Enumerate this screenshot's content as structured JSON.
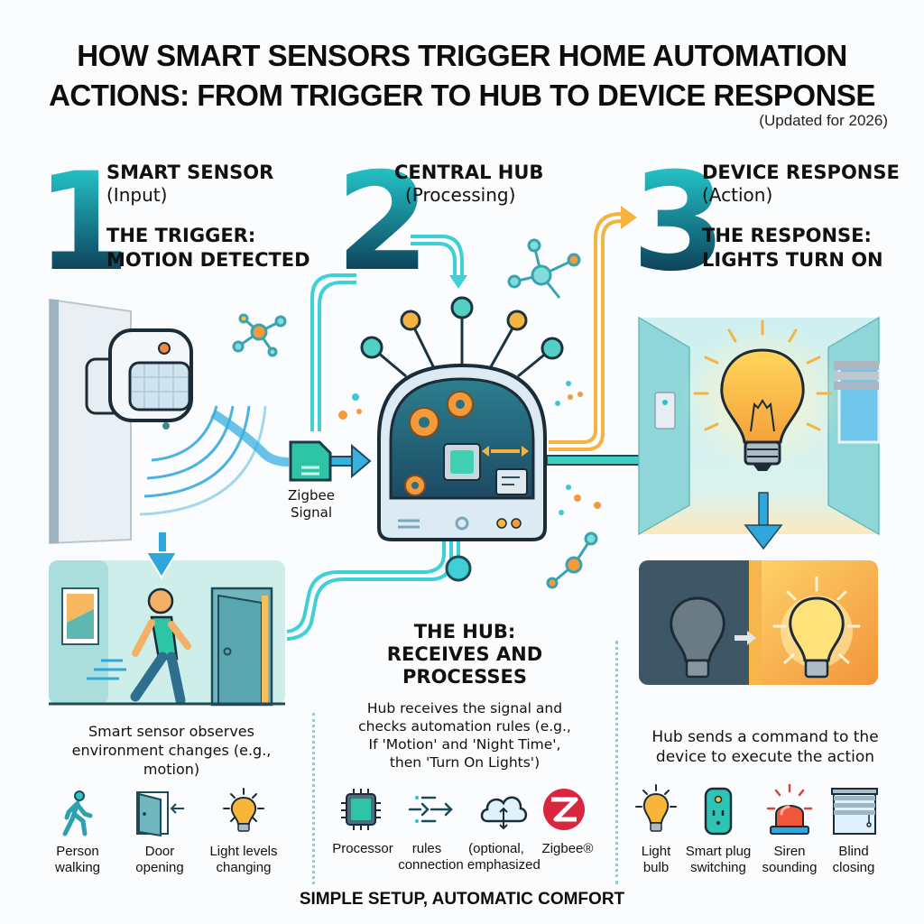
{
  "header": {
    "title_line1": "HOW SMART SENSORS TRIGGER HOME AUTOMATION",
    "title_line2": "ACTIONS: FROM TRIGGER TO HUB TO DEVICE RESPONSE",
    "subtitle": "(Updated for 2026)"
  },
  "steps": [
    {
      "number": "1",
      "heading": "SMART SENSOR",
      "role": "(Input)",
      "callout_line1": "THE TRIGGER:",
      "callout_line2": "MOTION DETECTED"
    },
    {
      "number": "2",
      "heading": "CENTRAL HUB",
      "role": "(Processing)"
    },
    {
      "number": "3",
      "heading": "DEVICE RESPONSE",
      "role": "(Action)",
      "callout_line1": "THE RESPONSE:",
      "callout_line2": "LIGHTS TURN ON"
    }
  ],
  "signal": {
    "label_line1": "Zigbee",
    "label_line2": "Signal"
  },
  "sensor_section": {
    "caption_line1": "Smart sensor observes",
    "caption_line2": "environment changes (e.g.,",
    "caption_line3": "motion)",
    "icons": [
      {
        "icon": "person-walking-icon",
        "label_line1": "Person",
        "label_line2": "walking"
      },
      {
        "icon": "door-opening-icon",
        "label_line1": "Door",
        "label_line2": "opening"
      },
      {
        "icon": "light-bulb-icon",
        "label_line1": "Light levels",
        "label_line2": "changing"
      }
    ]
  },
  "hub_section": {
    "title_line1": "THE HUB:",
    "title_line2": "RECEIVES AND",
    "title_line3": "PROCESSES",
    "caption_line1": "Hub receives the signal and",
    "caption_line2": "checks automation rules (e.g.,",
    "caption_line3": "If 'Motion' and 'Night Time',",
    "caption_line4": "then 'Turn On Lights')",
    "icons": [
      {
        "icon": "processor-icon",
        "label": "Processor"
      },
      {
        "icon": "rules-icon",
        "label": "rules"
      },
      {
        "icon": "cloud-sync-icon",
        "label": "(optional,"
      },
      {
        "icon": "zigbee-logo-icon",
        "label": "Zigbee®"
      }
    ],
    "label_line2": "connection emphasized"
  },
  "device_section": {
    "caption_line1": "Hub sends a command to the",
    "caption_line2": "device to execute the action",
    "icons": [
      {
        "icon": "light-bulb-icon",
        "label_line1": "Light",
        "label_line2": "bulb"
      },
      {
        "icon": "smart-plug-icon",
        "label_line1": "Smart plug",
        "label_line2": "switching"
      },
      {
        "icon": "siren-icon",
        "label_line1": "Siren",
        "label_line2": "sounding"
      },
      {
        "icon": "blind-icon",
        "label_line1": "Blind",
        "label_line2": "closing"
      }
    ]
  },
  "footer": {
    "tagline": "SIMPLE SETUP, AUTOMATIC COMFORT"
  },
  "colors": {
    "teal": "#2ec4c4",
    "blue": "#2fa6dc",
    "orange": "#f39a3b",
    "yellow": "#f5c542",
    "navy": "#163a52",
    "red": "#d7263d"
  }
}
